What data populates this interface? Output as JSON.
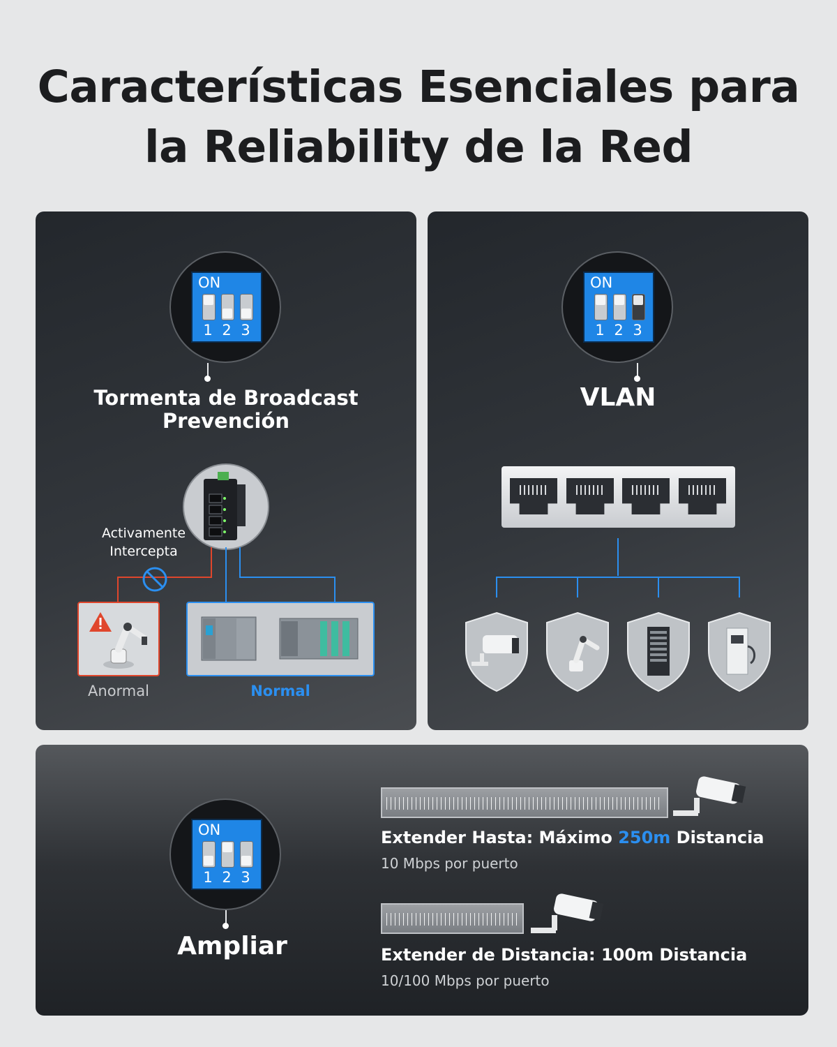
{
  "header": {
    "title_line1": "Características Esenciales para",
    "title_line2": "la Reliability de la Red"
  },
  "colors": {
    "accent": "#2b8ff0",
    "alert": "#e0462c",
    "dip_blue": "#1f86e6"
  },
  "panel_broadcast": {
    "dip": {
      "on_label": "ON",
      "numbers": [
        "1",
        "2",
        "3"
      ]
    },
    "title_line1": "Tormenta de Broadcast",
    "title_line2": "Prevención",
    "intercept_line1": "Activamente",
    "intercept_line2": "Intercepta",
    "abnormal_label": "Anormal",
    "normal_label": "Normal",
    "icons": [
      "industrial-switch-icon",
      "robot-arm-icon",
      "warning-icon",
      "no-entry-icon",
      "plc-controller-icon"
    ]
  },
  "panel_vlan": {
    "dip": {
      "on_label": "ON",
      "numbers": [
        "1",
        "2",
        "3"
      ]
    },
    "title": "VLAN",
    "icons": [
      "rj45-port-icon",
      "camera-shield-icon",
      "robot-shield-icon",
      "server-rack-shield-icon",
      "charger-shield-icon"
    ]
  },
  "panel_extend": {
    "dip": {
      "on_label": "ON",
      "numbers": [
        "1",
        "2",
        "3"
      ]
    },
    "title": "Ampliar",
    "feature1": {
      "head_prefix": "Extender Hasta: Máximo ",
      "head_accent": "250m",
      "head_suffix": " Distancia",
      "sub": "10 Mbps por puerto"
    },
    "feature2": {
      "head": "Extender de Distancia: 100m Distancia",
      "sub": "10/100 Mbps por puerto"
    },
    "icons": [
      "ruler-long-icon",
      "ruler-short-icon",
      "security-camera-icon"
    ]
  }
}
